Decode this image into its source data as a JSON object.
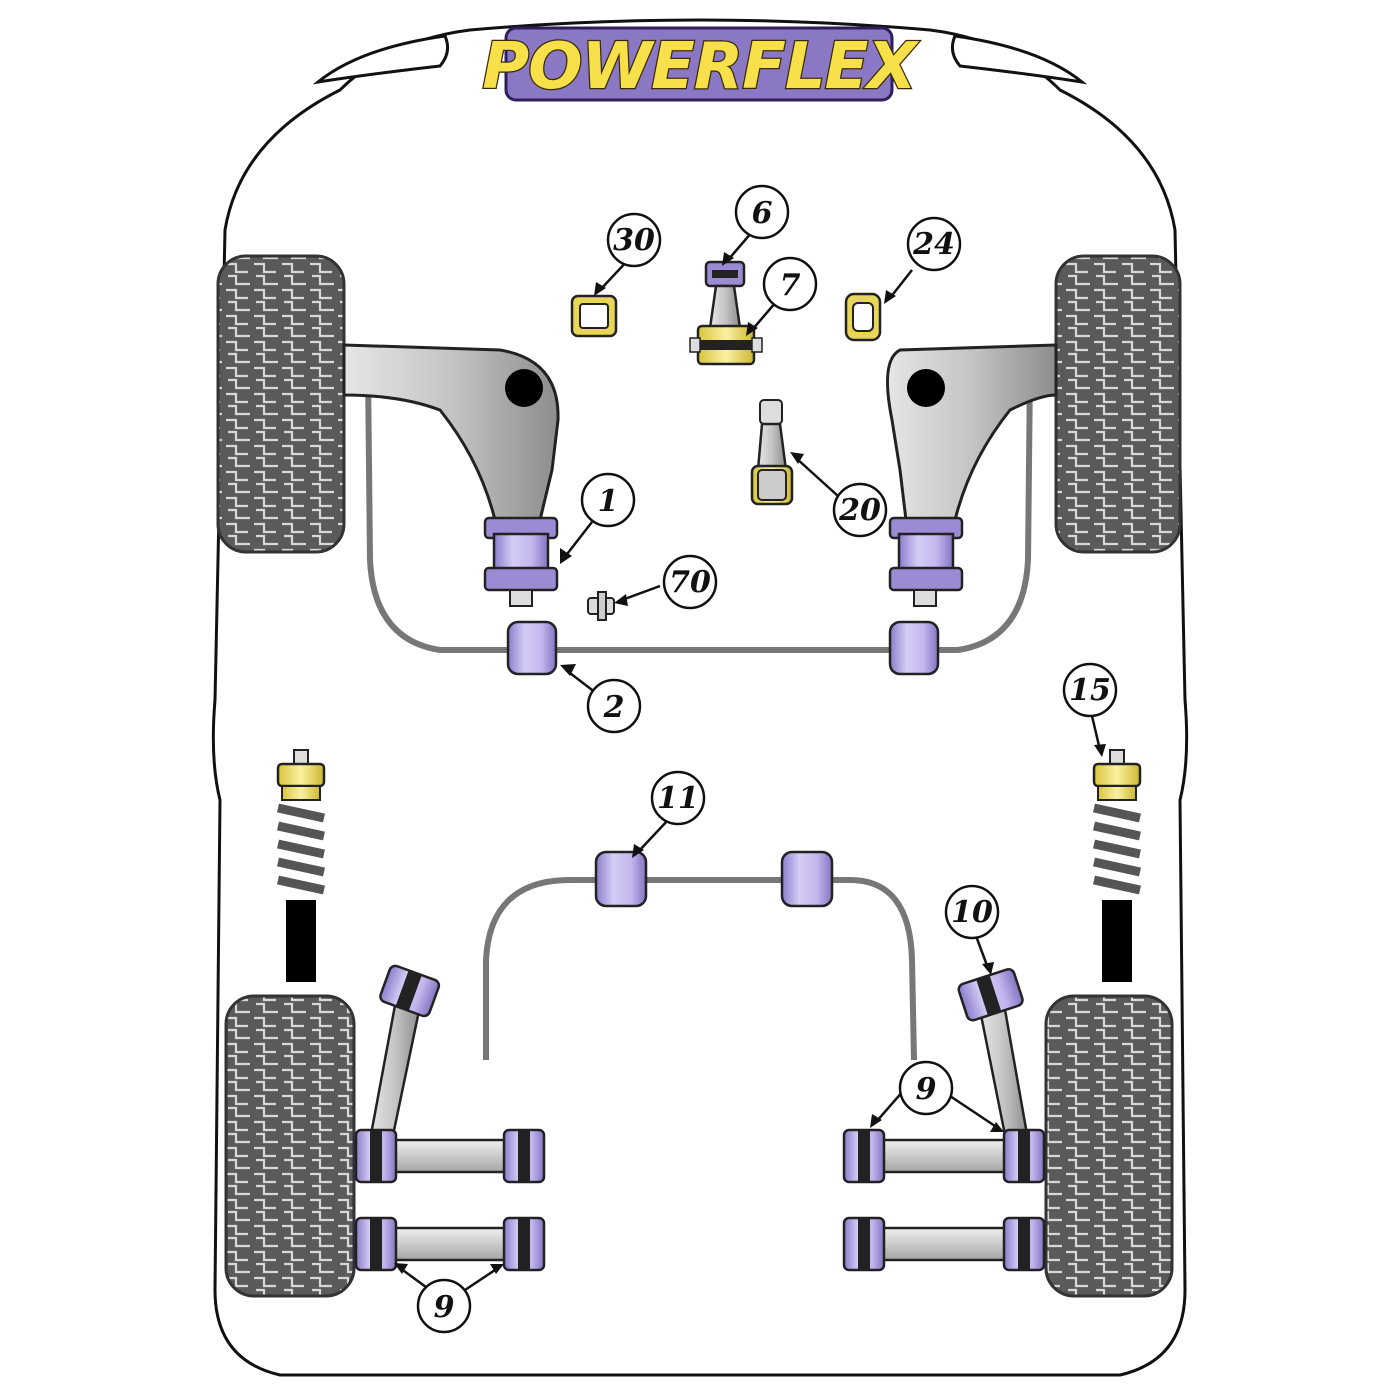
{
  "brand": {
    "name": "POWERFLEX",
    "colors": {
      "logo_fill": "#f7e04a",
      "logo_bg": "#8a78c4",
      "bush_purple": "#b7a9e3",
      "bush_yellow": "#f1e17a",
      "tyre": "#4a4a4a",
      "arm_grey": "#b9b9b9"
    }
  },
  "callouts": [
    {
      "id": "c1",
      "label": "1"
    },
    {
      "id": "c2",
      "label": "2"
    },
    {
      "id": "c6",
      "label": "6"
    },
    {
      "id": "c7",
      "label": "7"
    },
    {
      "id": "c9a",
      "label": "9"
    },
    {
      "id": "c9b",
      "label": "9"
    },
    {
      "id": "c10",
      "label": "10"
    },
    {
      "id": "c11",
      "label": "11"
    },
    {
      "id": "c15",
      "label": "15"
    },
    {
      "id": "c20",
      "label": "20"
    },
    {
      "id": "c24",
      "label": "24"
    },
    {
      "id": "c30",
      "label": "30"
    },
    {
      "id": "c70",
      "label": "70"
    }
  ]
}
